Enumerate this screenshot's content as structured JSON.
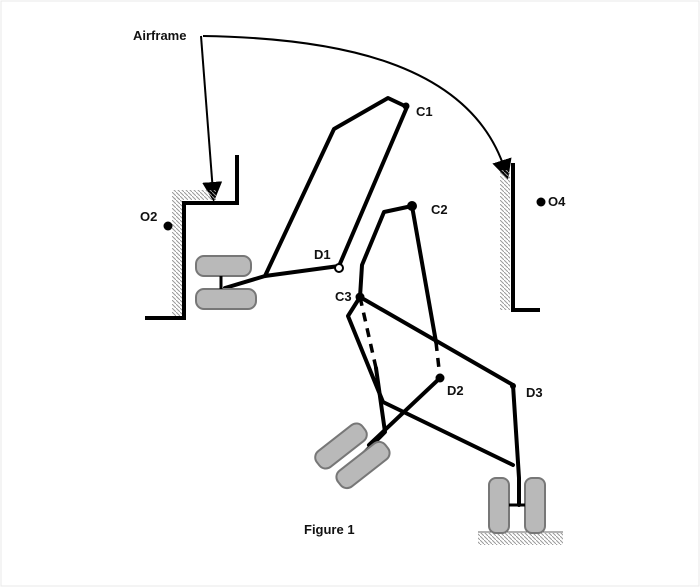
{
  "labels": {
    "airframe": "Airframe",
    "c1": "C1",
    "c2": "C2",
    "c3": "C3",
    "d1": "D1",
    "d2": "D2",
    "d3": "D3",
    "o2": "O2",
    "o4": "O4",
    "caption": "Figure 1"
  }
}
